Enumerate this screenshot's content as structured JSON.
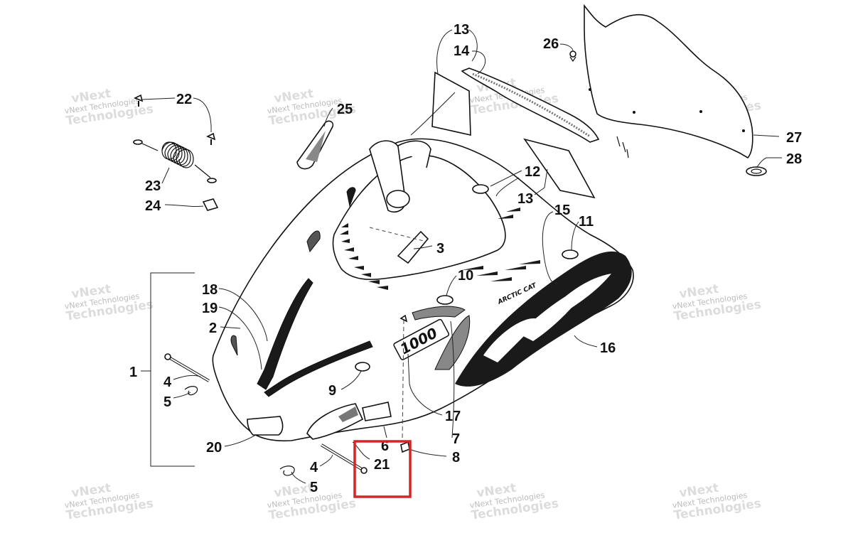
{
  "watermark": {
    "line1": "vNext Technologies",
    "line2": "vNext",
    "line3": "Technologies"
  },
  "decals": {
    "model_number": "1000",
    "brand": "ARCTIC CAT"
  },
  "callouts": {
    "c1": "1",
    "c2": "2",
    "c3": "3",
    "c4a": "4",
    "c4b": "4",
    "c5a": "5",
    "c5b": "5",
    "c6": "6",
    "c7": "7",
    "c8": "8",
    "c9": "9",
    "c10": "10",
    "c11": "11",
    "c12": "12",
    "c13a": "13",
    "c13b": "13",
    "c14": "14",
    "c15": "15",
    "c16": "16",
    "c17": "17",
    "c18": "18",
    "c19": "19",
    "c20": "20",
    "c21": "21",
    "c22": "22",
    "c23": "23",
    "c24": "24",
    "c25": "25",
    "c26": "26",
    "c27": "27",
    "c28": "28"
  },
  "highlight": {
    "target": "21",
    "color": "#d42626"
  }
}
